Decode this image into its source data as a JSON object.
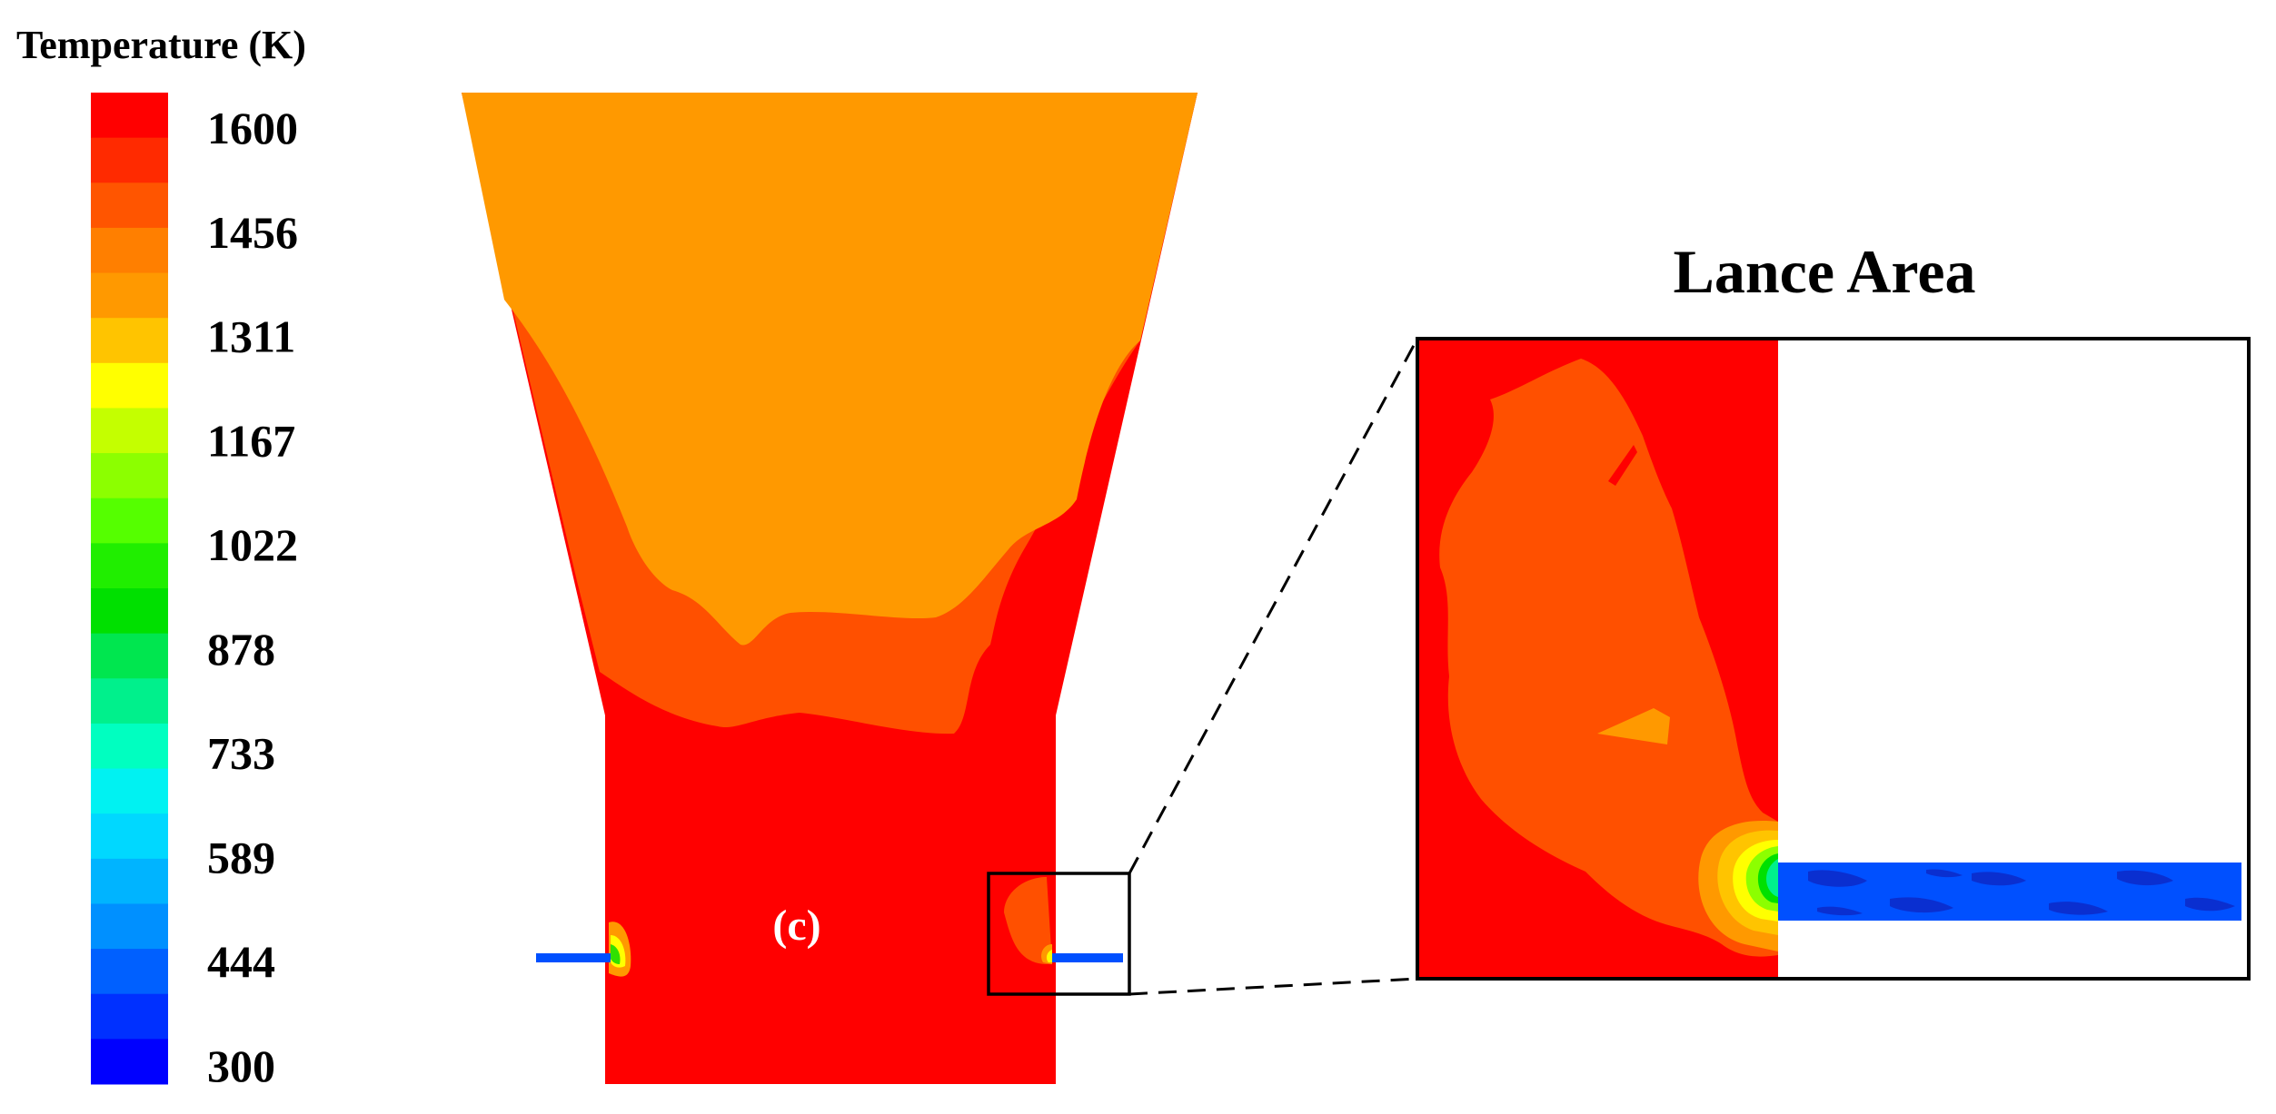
{
  "legend": {
    "title": "Temperature (K)",
    "ticks": [
      "1600",
      "1456",
      "1311",
      "1167",
      "1022",
      "878",
      "733",
      "589",
      "444",
      "300"
    ],
    "band_colors": [
      "#ff0000",
      "#ff2a00",
      "#ff5500",
      "#ff7f00",
      "#ff9900",
      "#ffc400",
      "#ffff00",
      "#c4ff00",
      "#8cff00",
      "#55ff00",
      "#20ee00",
      "#00e000",
      "#00e64f",
      "#00f08c",
      "#00ffc0",
      "#00f2f2",
      "#00d8ff",
      "#00b4ff",
      "#0090ff",
      "#0060ff",
      "#0030ff",
      "#0000ff"
    ]
  },
  "panel": {
    "label": "(c)"
  },
  "inset": {
    "title": "Lance Area"
  },
  "colors": {
    "t1600": "#ff0000",
    "t1550": "#ff5000",
    "t1480": "#ff9900",
    "t1400": "#ffc400",
    "lance_blue": "#0050ff",
    "lance_deep": "#0a2fd0",
    "hot_green": "#30e000",
    "warm_yellow": "#ffff00"
  }
}
